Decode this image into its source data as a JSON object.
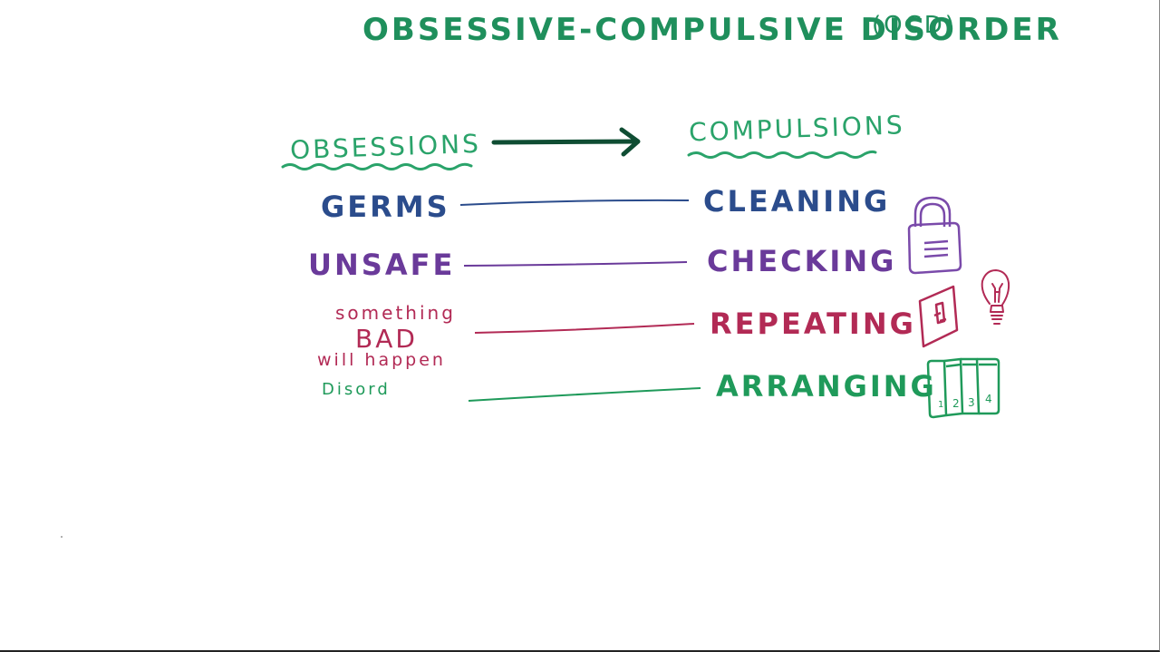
{
  "title": {
    "main": "OBSESSIVE-COMPULSIVE DISORDER",
    "abbr": "(OCD)"
  },
  "headers": {
    "left": "OBSESSIONS",
    "right": "COMPULSIONS"
  },
  "rows": [
    {
      "obsession": "GERMS",
      "compulsion": "CLEANING",
      "color": "#2b4c8c"
    },
    {
      "obsession": "UNSAFE",
      "compulsion": "CHECKING",
      "color": "#6a3a9a"
    },
    {
      "obsession_lines": [
        "something",
        "BAD",
        "will happen"
      ],
      "compulsion": "REPEATING",
      "color": "#b22a55"
    },
    {
      "obsession": "Disord",
      "compulsion": "ARRANGING",
      "color": "#1f9a5a"
    }
  ],
  "icons": {
    "lock": "padlock-icon",
    "switch": "light-switch-icon",
    "bulb": "light-bulb-icon",
    "files": "file-folders-icon"
  },
  "folder_labels": [
    "1",
    "2",
    "3",
    "4"
  ],
  "colors": {
    "title": "#1f8f5c",
    "header": "#2aa36a",
    "arrow": "#0f4d33"
  }
}
